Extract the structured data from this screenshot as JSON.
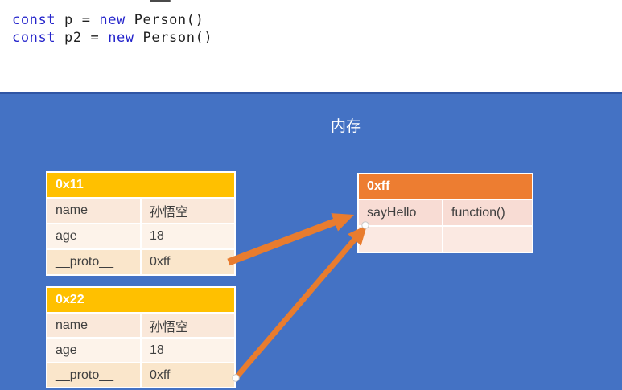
{
  "code": {
    "line1": {
      "kw1": "const",
      "mid": " p = ",
      "kw2": "new",
      "rest": " Person()"
    },
    "line2": {
      "kw1": "const",
      "mid": " p2 = ",
      "kw2": "new",
      "rest": " Person()"
    },
    "keyword_color": "#2424cb",
    "text_color": "#1f1f1f"
  },
  "panel": {
    "title": "内存",
    "bg_color": "#4472c4"
  },
  "tables": {
    "obj1": {
      "header": "0x11",
      "header_color": "#ffc000",
      "rows": [
        [
          "name",
          "孙悟空"
        ],
        [
          "age",
          "18"
        ],
        [
          "__proto__",
          "0xff"
        ]
      ]
    },
    "obj2": {
      "header": "0x22",
      "header_color": "#ffc000",
      "rows": [
        [
          "name",
          "孙悟空"
        ],
        [
          "age",
          "18"
        ],
        [
          "__proto__",
          "0xff"
        ]
      ]
    },
    "proto": {
      "header": "0xff",
      "header_color": "#ed7d31",
      "rows": [
        [
          "sayHello",
          "function()"
        ],
        [
          "",
          ""
        ]
      ]
    }
  },
  "arrows": {
    "color": "#e87c2e",
    "items": [
      {
        "from": "0x11 __proto__",
        "to": "0xff"
      },
      {
        "from": "0x22 __proto__",
        "to": "0xff"
      }
    ]
  }
}
